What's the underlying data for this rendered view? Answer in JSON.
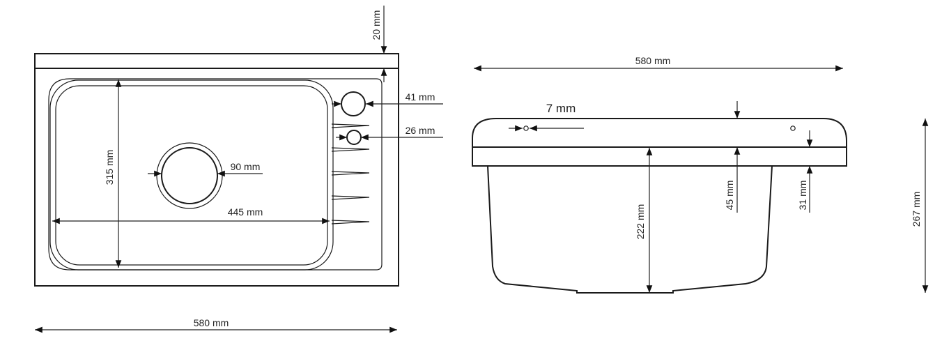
{
  "top_view": {
    "overall_width": "580 mm",
    "rim_depth": "20 mm",
    "tap_hole_large": "41 mm",
    "tap_hole_small": "26 mm",
    "drain_diameter": "90 mm",
    "bowl_width": "445 mm",
    "bowl_length": "315 mm"
  },
  "side_view": {
    "overall_width": "580 mm",
    "hole_size": "7 mm",
    "bowl_depth": "222 mm",
    "slab_height": "45 mm",
    "front_edge": "31 mm",
    "overall_height": "267 mm"
  }
}
